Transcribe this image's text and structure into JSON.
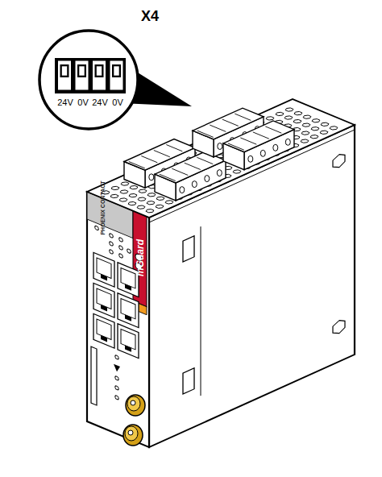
{
  "diagram": {
    "labels": [
      "X4",
      "24V",
      "0V",
      "24V",
      "0V",
      "PHOENIX CONTACT",
      "mGuard"
    ]
  }
}
